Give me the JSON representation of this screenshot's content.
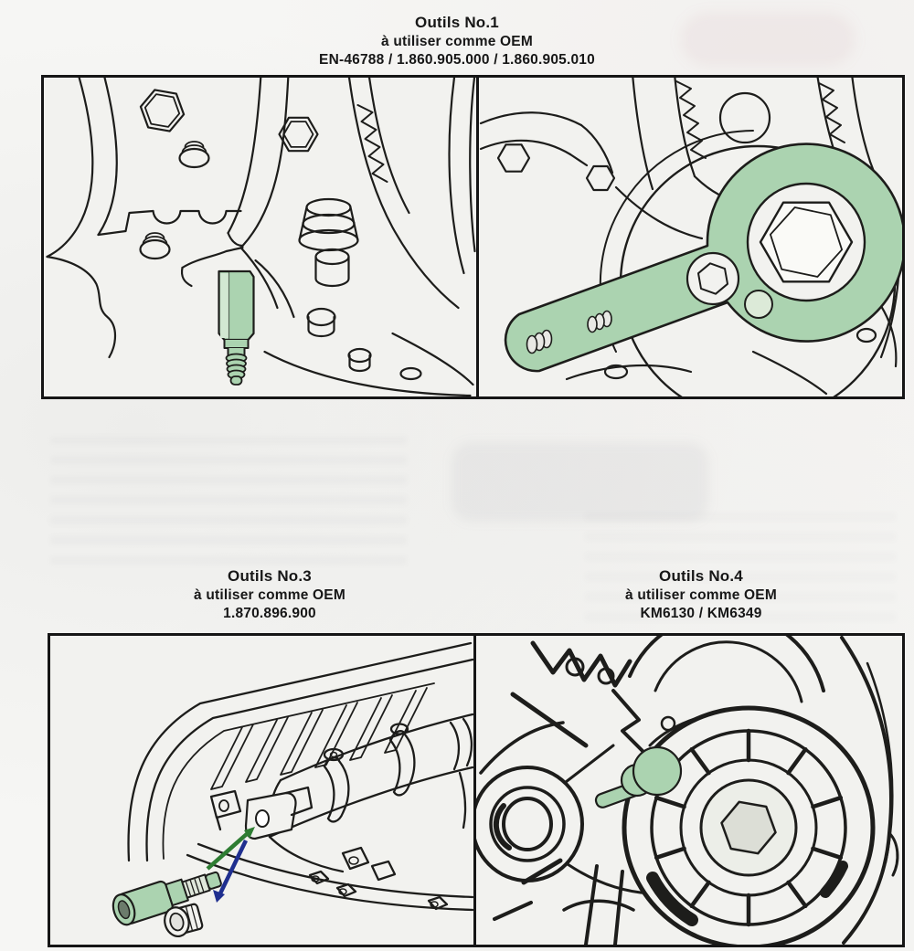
{
  "sections": {
    "tool1": {
      "title": "Outils No.1",
      "usage_note": "à utiliser comme OEM",
      "references": "EN-46788 / 1.860.905.000 / 1.860.905.010"
    },
    "tool3": {
      "title": "Outils No.3",
      "usage_note": "à utiliser comme OEM",
      "references": "1.870.896.900"
    },
    "tool4": {
      "title": "Outils No.4",
      "usage_note": "à utiliser comme OEM",
      "references": "KM6130 / KM6349"
    }
  },
  "colors": {
    "paper": "#f6f6f4",
    "panel_paper": "#f2f2ef",
    "ink": "#1d1d1b",
    "border": "#161616",
    "tool_green": "#abd3b0",
    "tool_green_light": "#d2e8d2",
    "tool_green_shade": "#8fbf98",
    "tool_bore_dark": "#6b7b6b",
    "arrow_green": "#2e7d32",
    "arrow_blue": "#1f2f8f"
  }
}
